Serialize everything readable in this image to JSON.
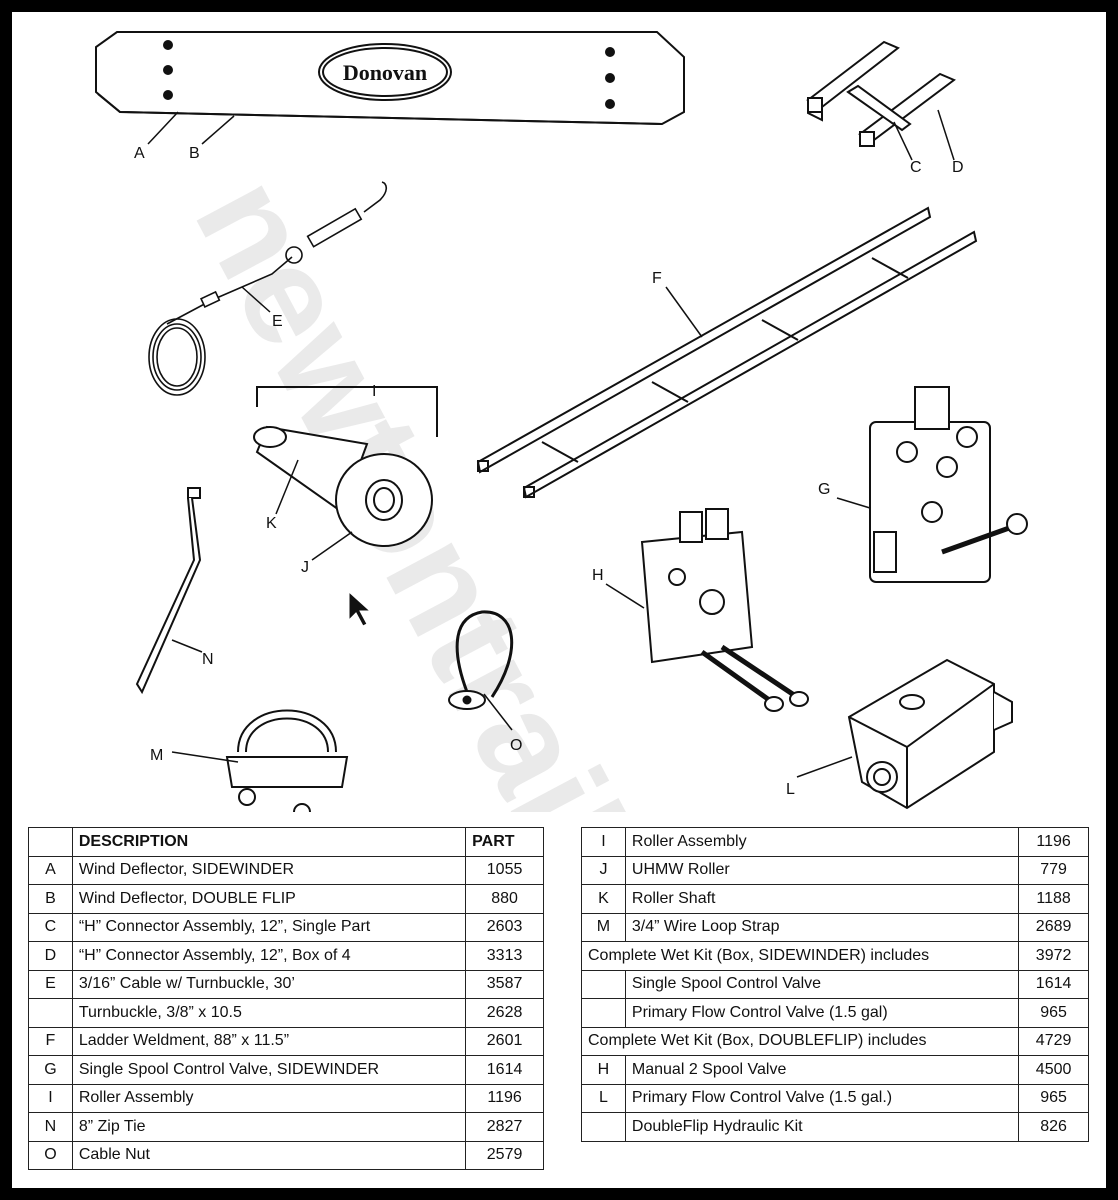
{
  "brand_label": "Donovan",
  "watermark_text": "newtontrailers",
  "callouts": [
    "A",
    "B",
    "C",
    "D",
    "E",
    "F",
    "G",
    "H",
    "I",
    "J",
    "K",
    "L",
    "M",
    "N",
    "O"
  ],
  "left_table": {
    "headers": {
      "key": "",
      "description": "DESCRIPTION",
      "part": "PART"
    },
    "rows": [
      {
        "key": "A",
        "description": "Wind Deflector, SIDEWINDER",
        "part": "1055",
        "indent": false
      },
      {
        "key": "B",
        "description": "Wind Deflector, DOUBLE FLIP",
        "part": "880",
        "indent": false
      },
      {
        "key": "C",
        "description": "“H” Connector Assembly, 12”, Single Part",
        "part": "2603",
        "indent": false
      },
      {
        "key": "D",
        "description": "“H” Connector Assembly, 12”, Box of 4",
        "part": "3313",
        "indent": false
      },
      {
        "key": "E",
        "description": "3/16” Cable w/ Turnbuckle, 30’",
        "part": "3587",
        "indent": false
      },
      {
        "key": "",
        "description": "Turnbuckle, 3/8” x 10.5",
        "part": "2628",
        "indent": true
      },
      {
        "key": "F",
        "description": "Ladder Weldment, 88” x 11.5”",
        "part": "2601",
        "indent": false
      },
      {
        "key": "G",
        "description": "Single Spool Control Valve, SIDEWINDER",
        "part": "1614",
        "indent": false
      },
      {
        "key": "I",
        "description": "Roller Assembly",
        "part": "1196",
        "indent": false
      },
      {
        "key": "N",
        "description": "8” Zip Tie",
        "part": "2827",
        "indent": false
      },
      {
        "key": "O",
        "description": "Cable Nut",
        "part": "2579",
        "indent": false
      }
    ]
  },
  "right_table": {
    "rows": [
      {
        "key": "I",
        "description": "Roller Assembly",
        "part": "1196",
        "type": "keyed",
        "indent": false
      },
      {
        "key": "J",
        "description": "UHMW Roller",
        "part": "779",
        "type": "keyed",
        "indent": true
      },
      {
        "key": "K",
        "description": "Roller Shaft",
        "part": "1188",
        "type": "keyed",
        "indent": true
      },
      {
        "key": "M",
        "description": "3/4” Wire Loop Strap",
        "part": "2689",
        "type": "keyed",
        "indent": false
      },
      {
        "key": "",
        "description": "Complete Wet Kit (Box, SIDEWINDER) includes",
        "part": "3972",
        "type": "span",
        "indent": false
      },
      {
        "key": "",
        "description": "Single Spool Control Valve",
        "part": "1614",
        "type": "keyed",
        "indent": true
      },
      {
        "key": "",
        "description": "Primary Flow Control Valve (1.5 gal)",
        "part": "965",
        "type": "keyed",
        "indent": true
      },
      {
        "key": "",
        "description": "Complete Wet Kit (Box, DOUBLEFLIP) includes",
        "part": "4729",
        "type": "span",
        "indent": false
      },
      {
        "key": "H",
        "description": "Manual 2 Spool Valve",
        "part": "4500",
        "type": "keyed",
        "indent": true
      },
      {
        "key": "L",
        "description": "Primary Flow Control Valve (1.5 gal.)",
        "part": "965",
        "type": "keyed",
        "indent": true
      },
      {
        "key": "",
        "description": "DoubleFlip Hydraulic Kit",
        "part": "826",
        "type": "keyed",
        "indent": true
      }
    ]
  }
}
